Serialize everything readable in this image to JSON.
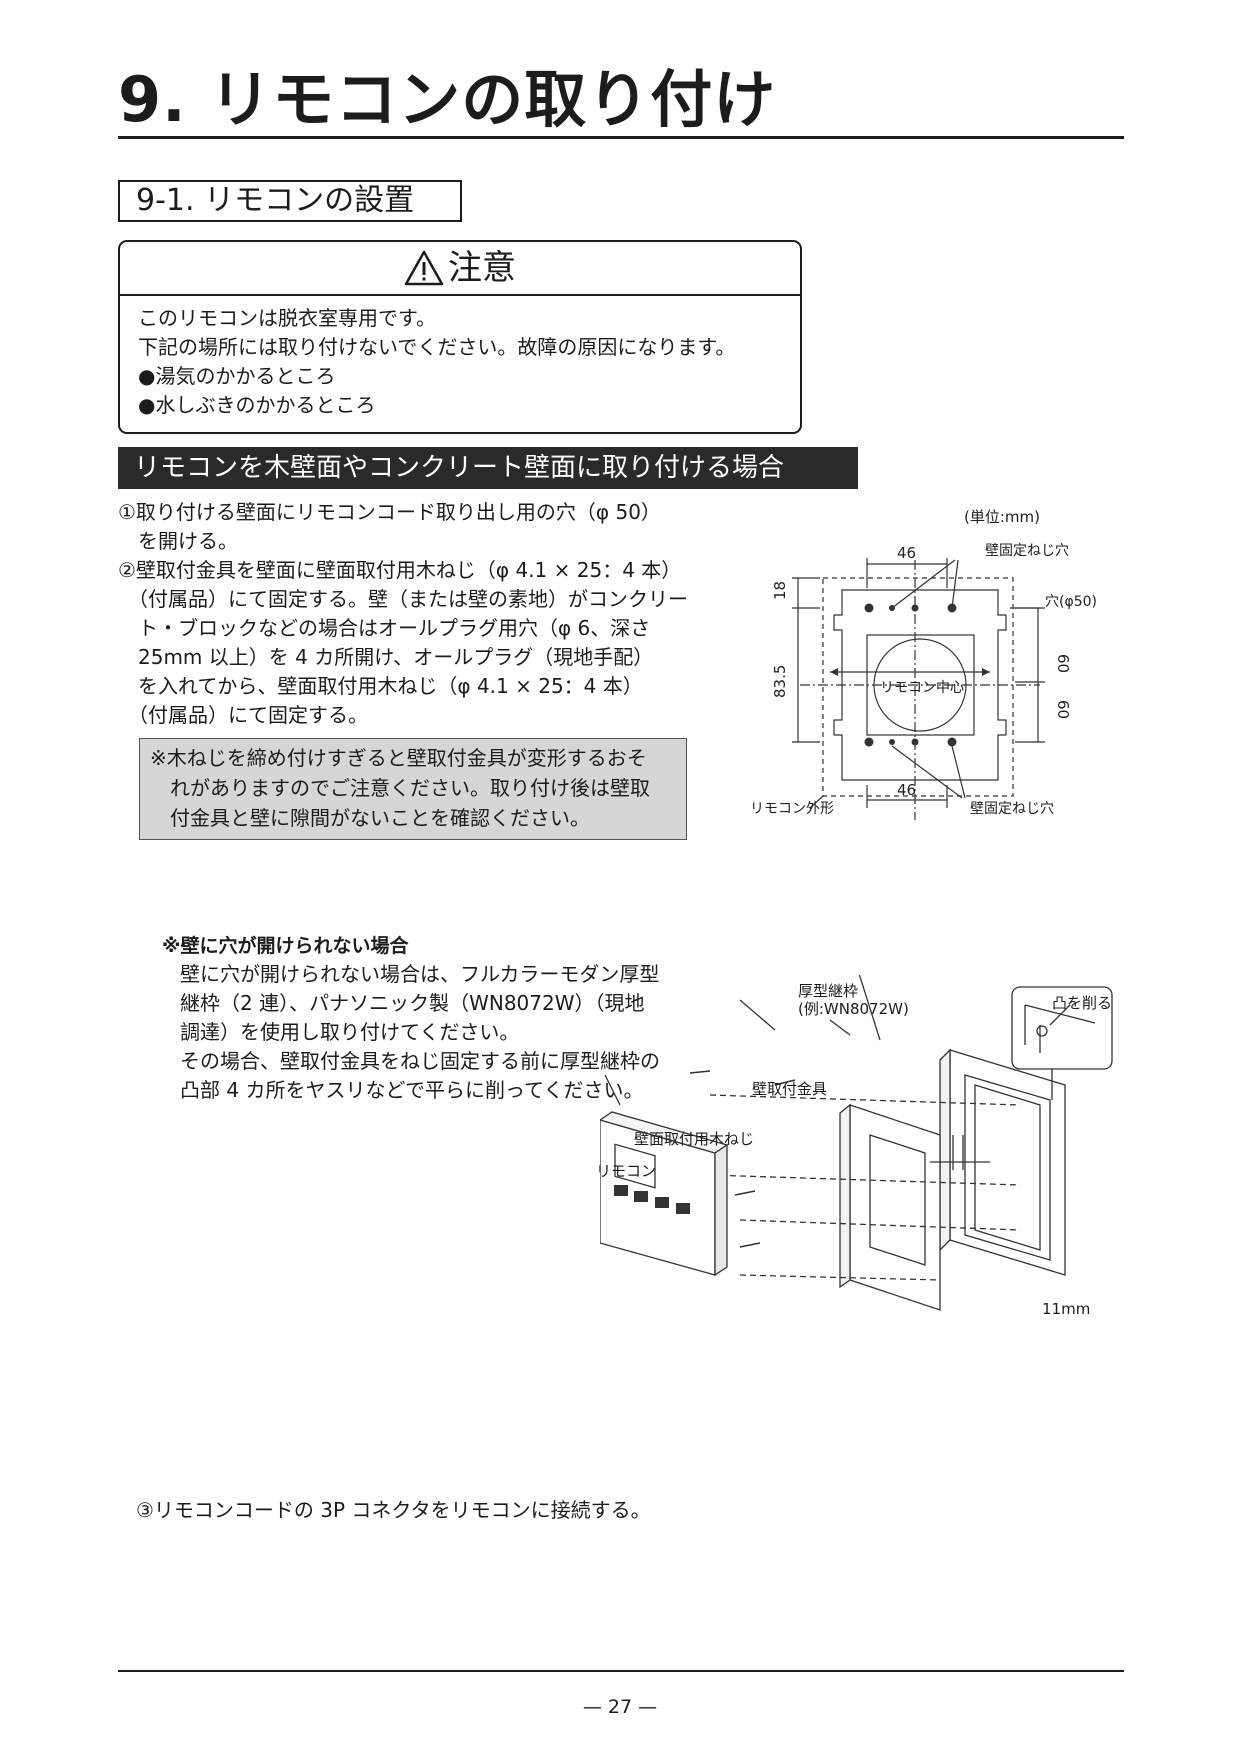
{
  "header": {
    "title": "9. リモコンの取り付け"
  },
  "section": {
    "title": "9-1. リモコンの設置"
  },
  "caution": {
    "title": "注意",
    "lines": [
      "このリモコンは脱衣室専用です。",
      "下記の場所には取り付けないでください。故障の原因になります。",
      "●湯気のかかるところ",
      "●水しぶきのかかるところ"
    ]
  },
  "wall_section": {
    "title": "リモコンを木壁面やコンクリート壁面に取り付ける場合",
    "step1": [
      "①取り付ける壁面にリモコンコード取り出し用の穴（φ 50）",
      "　を開ける。"
    ],
    "step2": [
      "②壁取付金具を壁面に壁面取付用木ねじ（φ 4.1 × 25：4 本）",
      "　（付属品）にて固定する。壁（または壁の素地）がコンクリー",
      "　ト・ブロックなどの場合はオールプラグ用穴（φ 6、深さ",
      "　25mm 以上）を 4 カ所開け、オールプラグ（現地手配）",
      "　を入れてから、壁面取付用木ねじ（φ 4.1 × 25：4 本）",
      "　（付属品）にて固定する。"
    ],
    "note": [
      "※木ねじを締め付けすぎると壁取付金具が変形するおそ",
      "　れがありますのでご注意ください。取り付け後は壁取",
      "　付金具と壁に隙間がないことを確認ください。"
    ]
  },
  "dimension_diagram": {
    "unit": "(単位:mm)",
    "dim_top": "46",
    "dim_bottom": "46",
    "dim_left_top": "18",
    "dim_left_main": "83.5",
    "dim_right_top": "60",
    "dim_right_bottom": "60",
    "label_screw_top": "壁固定ねじ穴",
    "label_hole": "穴(φ50)",
    "label_center": "リモコン中心",
    "label_outline": "リモコン外形",
    "label_screw_bottom": "壁固定ねじ穴"
  },
  "alt_section": {
    "title": "※壁に穴が開けられない場合",
    "lines": [
      "壁に穴が開けられない場合は、フルカラーモダン厚型",
      "継枠（2 連）、パナソニック製（WN8072W）（現地",
      "調達）を使用し取り付けてください。",
      "その場合、壁取付金具をねじ固定する前に厚型継枠の",
      "凸部 4 カ所をヤスリなどで平らに削ってください。"
    ]
  },
  "assembly_diagram": {
    "label_frame_1": "厚型継枠",
    "label_frame_2": "(例:WN8072W)",
    "label_cut": "凸を削る",
    "label_bracket": "壁取付金具",
    "label_screw": "壁面取付用木ねじ",
    "label_remote": "リモコン",
    "dim_gap": "11mm"
  },
  "step3": "③リモコンコードの 3P コネクタをリモコンに接続する。",
  "footer": {
    "page": "— 27 —"
  }
}
